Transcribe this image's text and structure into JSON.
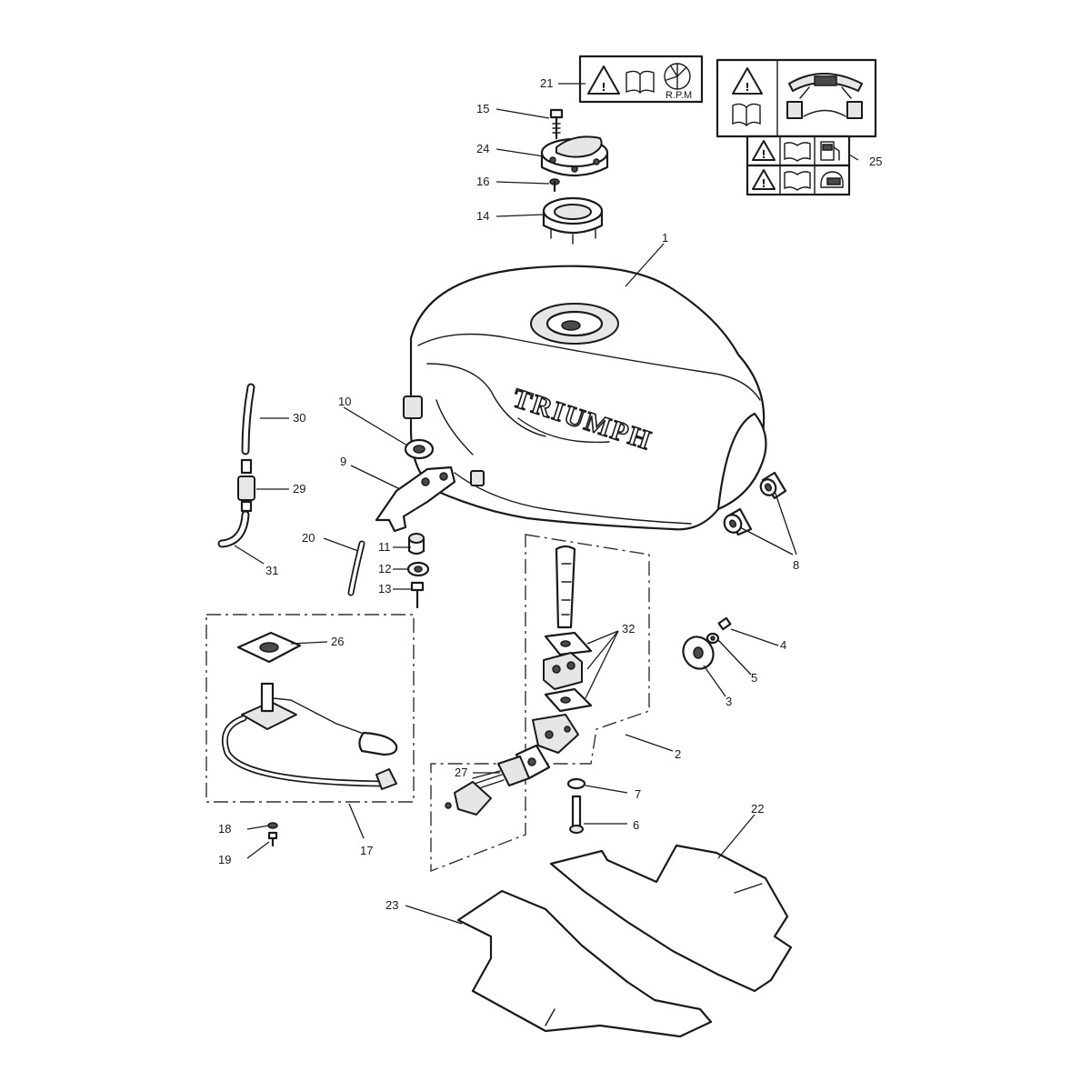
{
  "diagram": {
    "brand_text": "TRIUMPH",
    "label_21_text": "R.P.M",
    "callouts": {
      "c1": "1",
      "c2": "2",
      "c3": "3",
      "c4": "4",
      "c5": "5",
      "c6": "6",
      "c7": "7",
      "c8": "8",
      "c9": "9",
      "c10": "10",
      "c11": "11",
      "c12": "12",
      "c13": "13",
      "c14": "14",
      "c15": "15",
      "c16": "16",
      "c17": "17",
      "c18": "18",
      "c19": "19",
      "c20": "20",
      "c21": "21",
      "c22": "22",
      "c23": "23",
      "c24": "24",
      "c25": "25",
      "c26": "26",
      "c27": "27",
      "c29": "29",
      "c30": "30",
      "c31": "31",
      "c32": "32"
    },
    "icons": [
      "warning-triangle-icon",
      "manual-book-icon",
      "tachometer-icon",
      "fuel-pump-icon",
      "helmet-icon",
      "handlebar-icon"
    ],
    "colors": {
      "line": "#1a1a1a",
      "background": "#ffffff"
    }
  }
}
